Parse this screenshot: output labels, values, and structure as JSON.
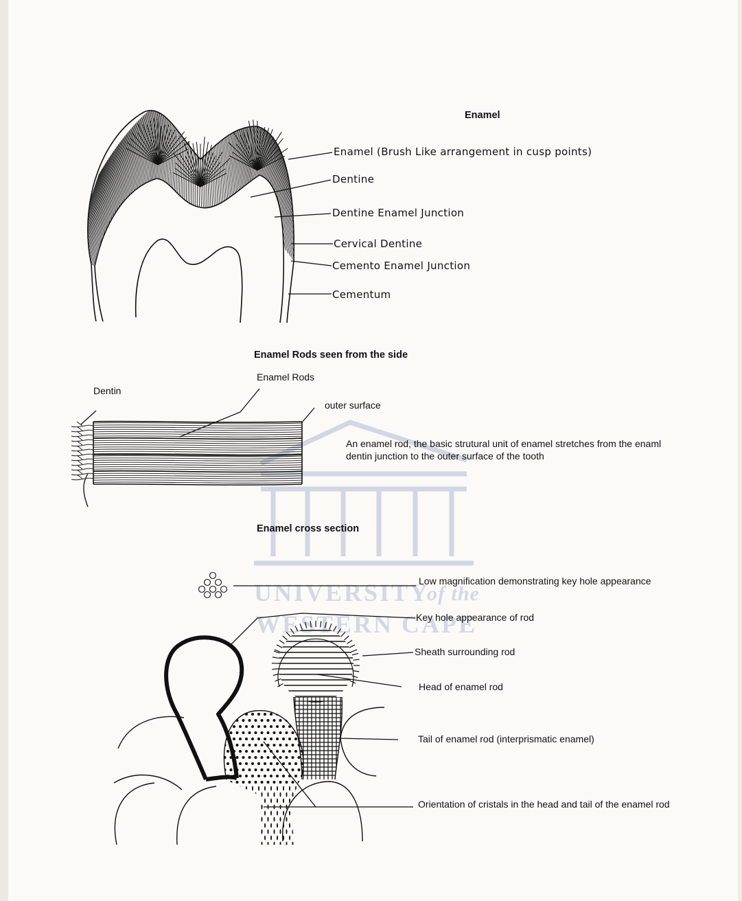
{
  "tooth": {
    "title": "Enamel",
    "labels": {
      "enamel": "Enamel (Brush Like arrangement in cusp points)",
      "dentine": "Dentine",
      "dej": "Dentine Enamel Junction",
      "cervical": "Cervical Dentine",
      "cej": "Cemento Enamel Junction",
      "cementum": "Cementum"
    }
  },
  "rods_side": {
    "title": "Enamel Rods seen from the side",
    "labels": {
      "enamel_rods": "Enamel Rods",
      "dentin": "Dentin",
      "outer_surface": "outer surface",
      "description": "An enamel rod, the basic strutural unit of enamel stretches from the enaml dentin junction to the outer surface of the tooth"
    }
  },
  "cross_section": {
    "title": "Enamel cross section",
    "labels": {
      "low_mag": "Low magnification demonstrating key hole appearance",
      "key_hole": "Key hole appearance of rod",
      "sheath": "Sheath surrounding rod",
      "head": "Head of enamel rod",
      "tail": "Tail of enamel rod (interprismatic enamel)",
      "orientation": "Orientation of cristals in the head and tail of the enamel rod"
    }
  },
  "watermark": {
    "line1": "UNIVERSITY",
    "of_the": "of the",
    "line2": "WESTERN CAPE"
  },
  "colors": {
    "ink": "#111111",
    "paper": "#fbfaf7",
    "watermark": "#c8cde0"
  }
}
